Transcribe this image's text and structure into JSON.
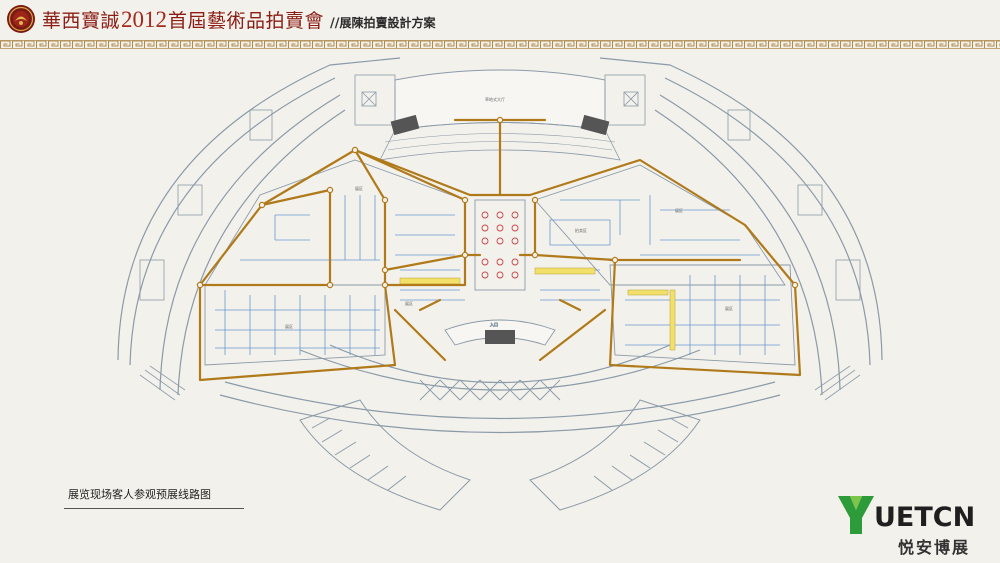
{
  "header": {
    "title_main": "華西寶誠",
    "title_year": "2012",
    "title_rest": "首屆藝術品拍賣會",
    "title_sep": "//",
    "title_sub": "展陳拍賣設計方案"
  },
  "caption": "展览现场客人参观预展线路图",
  "brand": {
    "latin": "UETCN",
    "chinese": "悦安博展",
    "colors": {
      "green": "#2e9b3a",
      "dark": "#1f1f1f"
    }
  },
  "plan": {
    "route_color": "#b07a1a",
    "wall_color": "#8a9aa8",
    "booth_color": "#6a98d0",
    "table_color": "#c5464a",
    "labels": {
      "stage": "草地式大厅",
      "zone_a": "展区",
      "zone_b": "展区",
      "zone_c": "拍卖区",
      "zone_d": "展区",
      "zone_e": "展区",
      "zone_f": "展区",
      "entrance": "入口"
    }
  }
}
